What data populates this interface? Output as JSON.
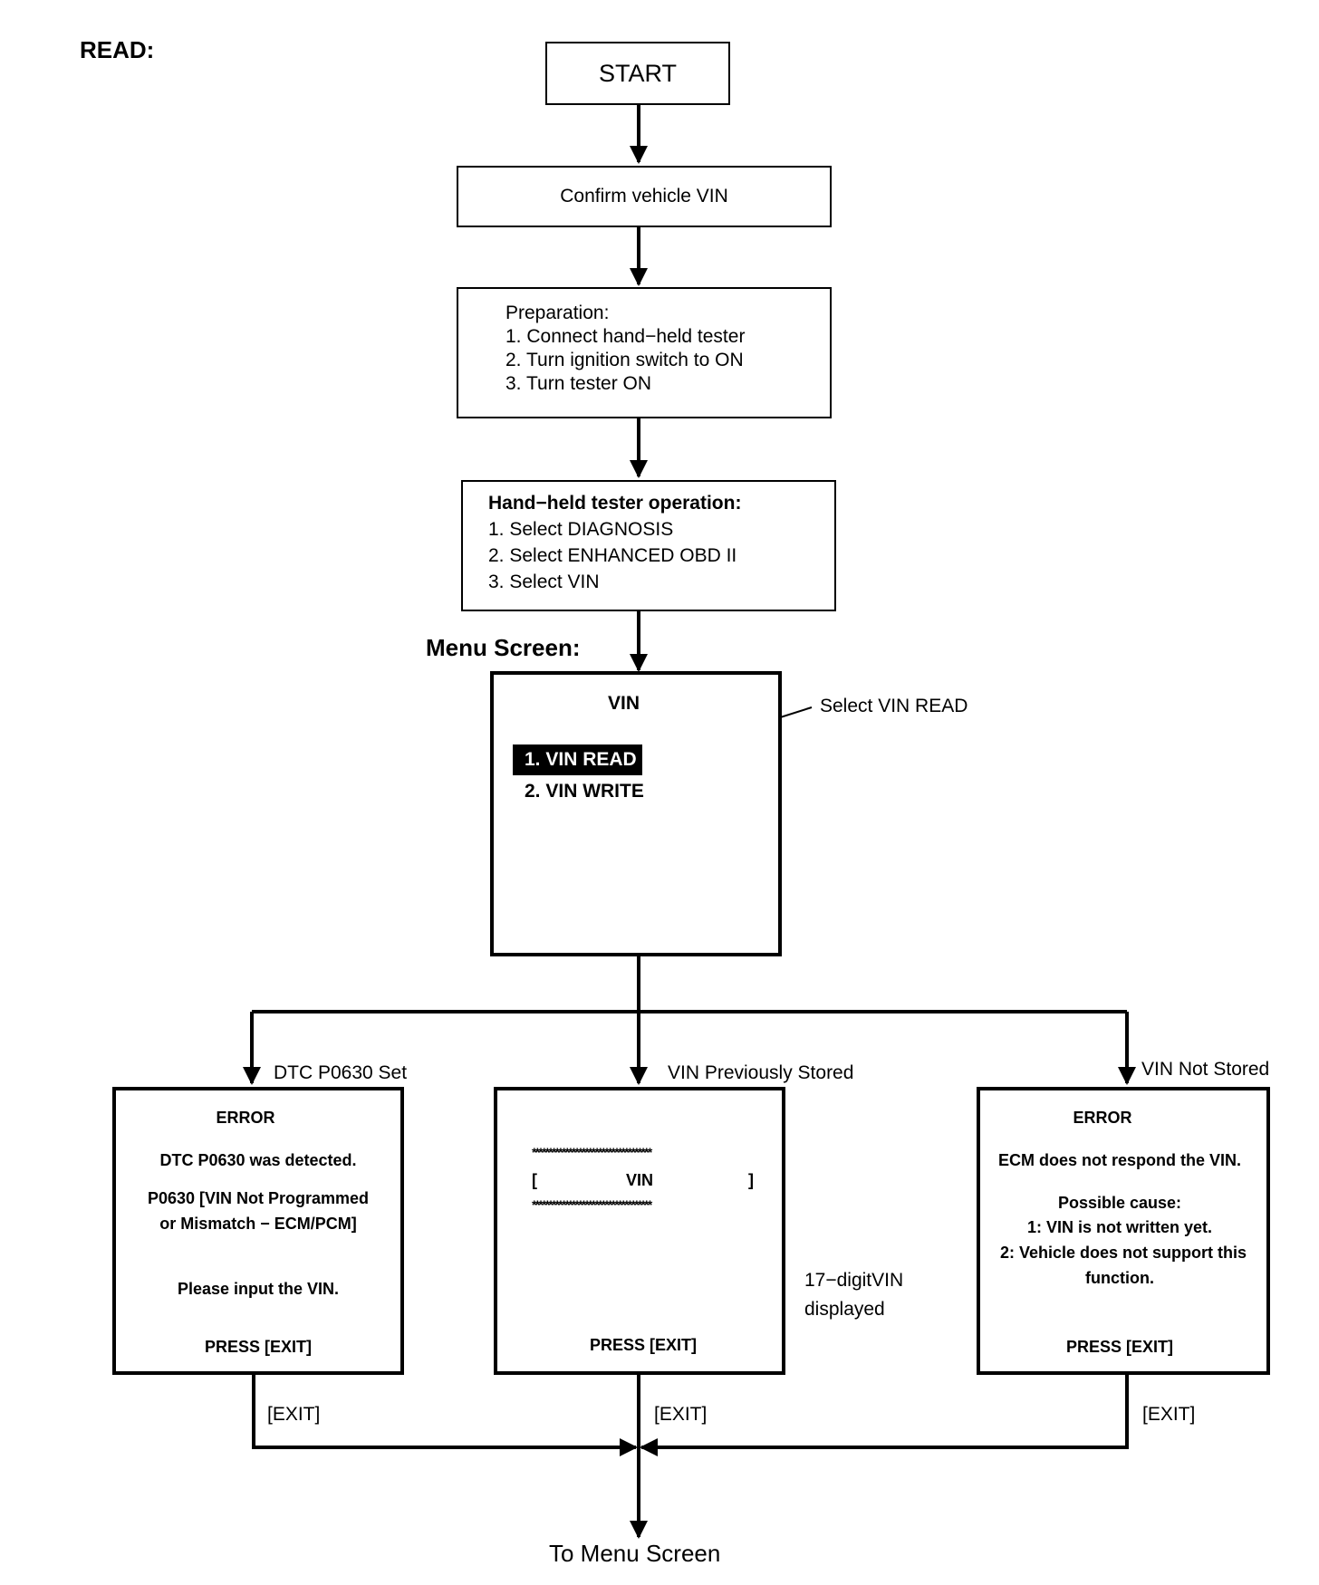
{
  "heading": "READ:",
  "start": "START",
  "confirm_vin": "Confirm vehicle VIN",
  "preparation": {
    "title": "Preparation:",
    "steps": [
      "1. Connect hand−held tester",
      "2. Turn ignition switch to ON",
      "3. Turn tester ON"
    ]
  },
  "tester_operation": {
    "title": "Hand−held tester operation:",
    "steps": [
      "1. Select DIAGNOSIS",
      "2. Select ENHANCED OBD II",
      "3. Select VIN"
    ]
  },
  "menu_screen": {
    "label": "Menu Screen:",
    "title": "VIN",
    "items": [
      "1. VIN READ",
      "2. VIN WRITE"
    ],
    "callout": "Select VIN READ"
  },
  "branches": {
    "left_label": "DTC P0630 Set",
    "center_label": "VIN Previously Stored",
    "right_label": "VIN Not Stored"
  },
  "error_dtc": {
    "title": "ERROR",
    "line1": "DTC P0630 was detected.",
    "line2": "P0630  [VIN Not Programmed",
    "line3": "or Mismatch − ECM/PCM]",
    "line4": "Please input the VIN.",
    "press": "PRESS [EXIT]"
  },
  "vin_stored": {
    "stars": "************************************",
    "bracket_open": "[",
    "vin": "VIN",
    "bracket_close": "]",
    "press": "PRESS [EXIT]",
    "callout_line1": "17−digitVIN",
    "callout_line2": "displayed"
  },
  "error_ecm": {
    "title": "ERROR",
    "line1": "ECM does not respond the VIN.",
    "line2": "Possible cause:",
    "line3": "1: VIN is not written yet.",
    "line4": "2: Vehicle does not support this",
    "line5": "function.",
    "press": "PRESS [EXIT]"
  },
  "exit_label": "[EXIT]",
  "to_menu": "To Menu Screen"
}
